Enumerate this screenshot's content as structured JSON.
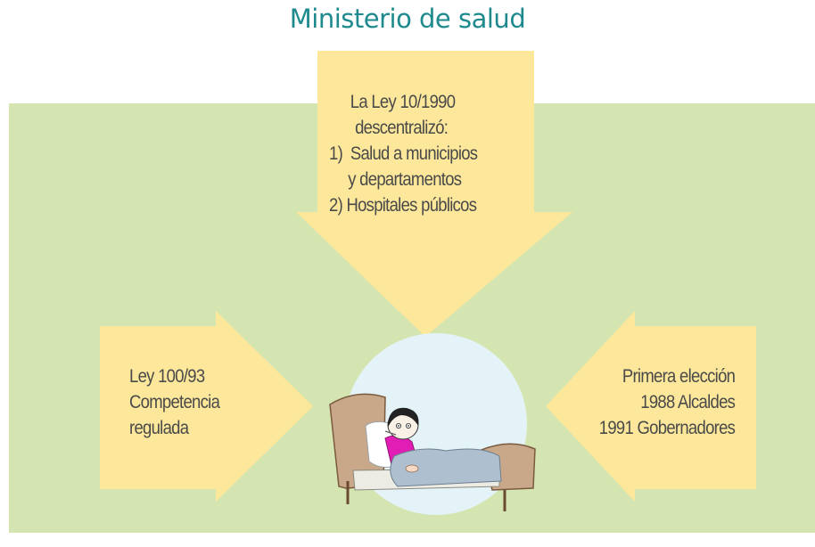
{
  "title": "Ministerio de salud",
  "top_box": {
    "lines": [
      "La Ley 10/1990",
      " descentralizó:",
      "1)  Salud a municipios",
      "   y departamentos",
      "2) Hospitales públicos"
    ]
  },
  "left_box": {
    "lines": [
      "Ley 100/93",
      "Competencia",
      "regulada"
    ]
  },
  "right_box": {
    "lines": [
      "Primera elección",
      "1988 Alcaldes",
      "1991 Gobernadores"
    ]
  },
  "center_image": {
    "icon": "patient-in-bed-icon"
  },
  "colors": {
    "title": "#1f8a8e",
    "panel": "#d5e5b1",
    "arrow": "#fce79a",
    "circle": "#e3f3f7",
    "text": "#4a4a4a"
  }
}
